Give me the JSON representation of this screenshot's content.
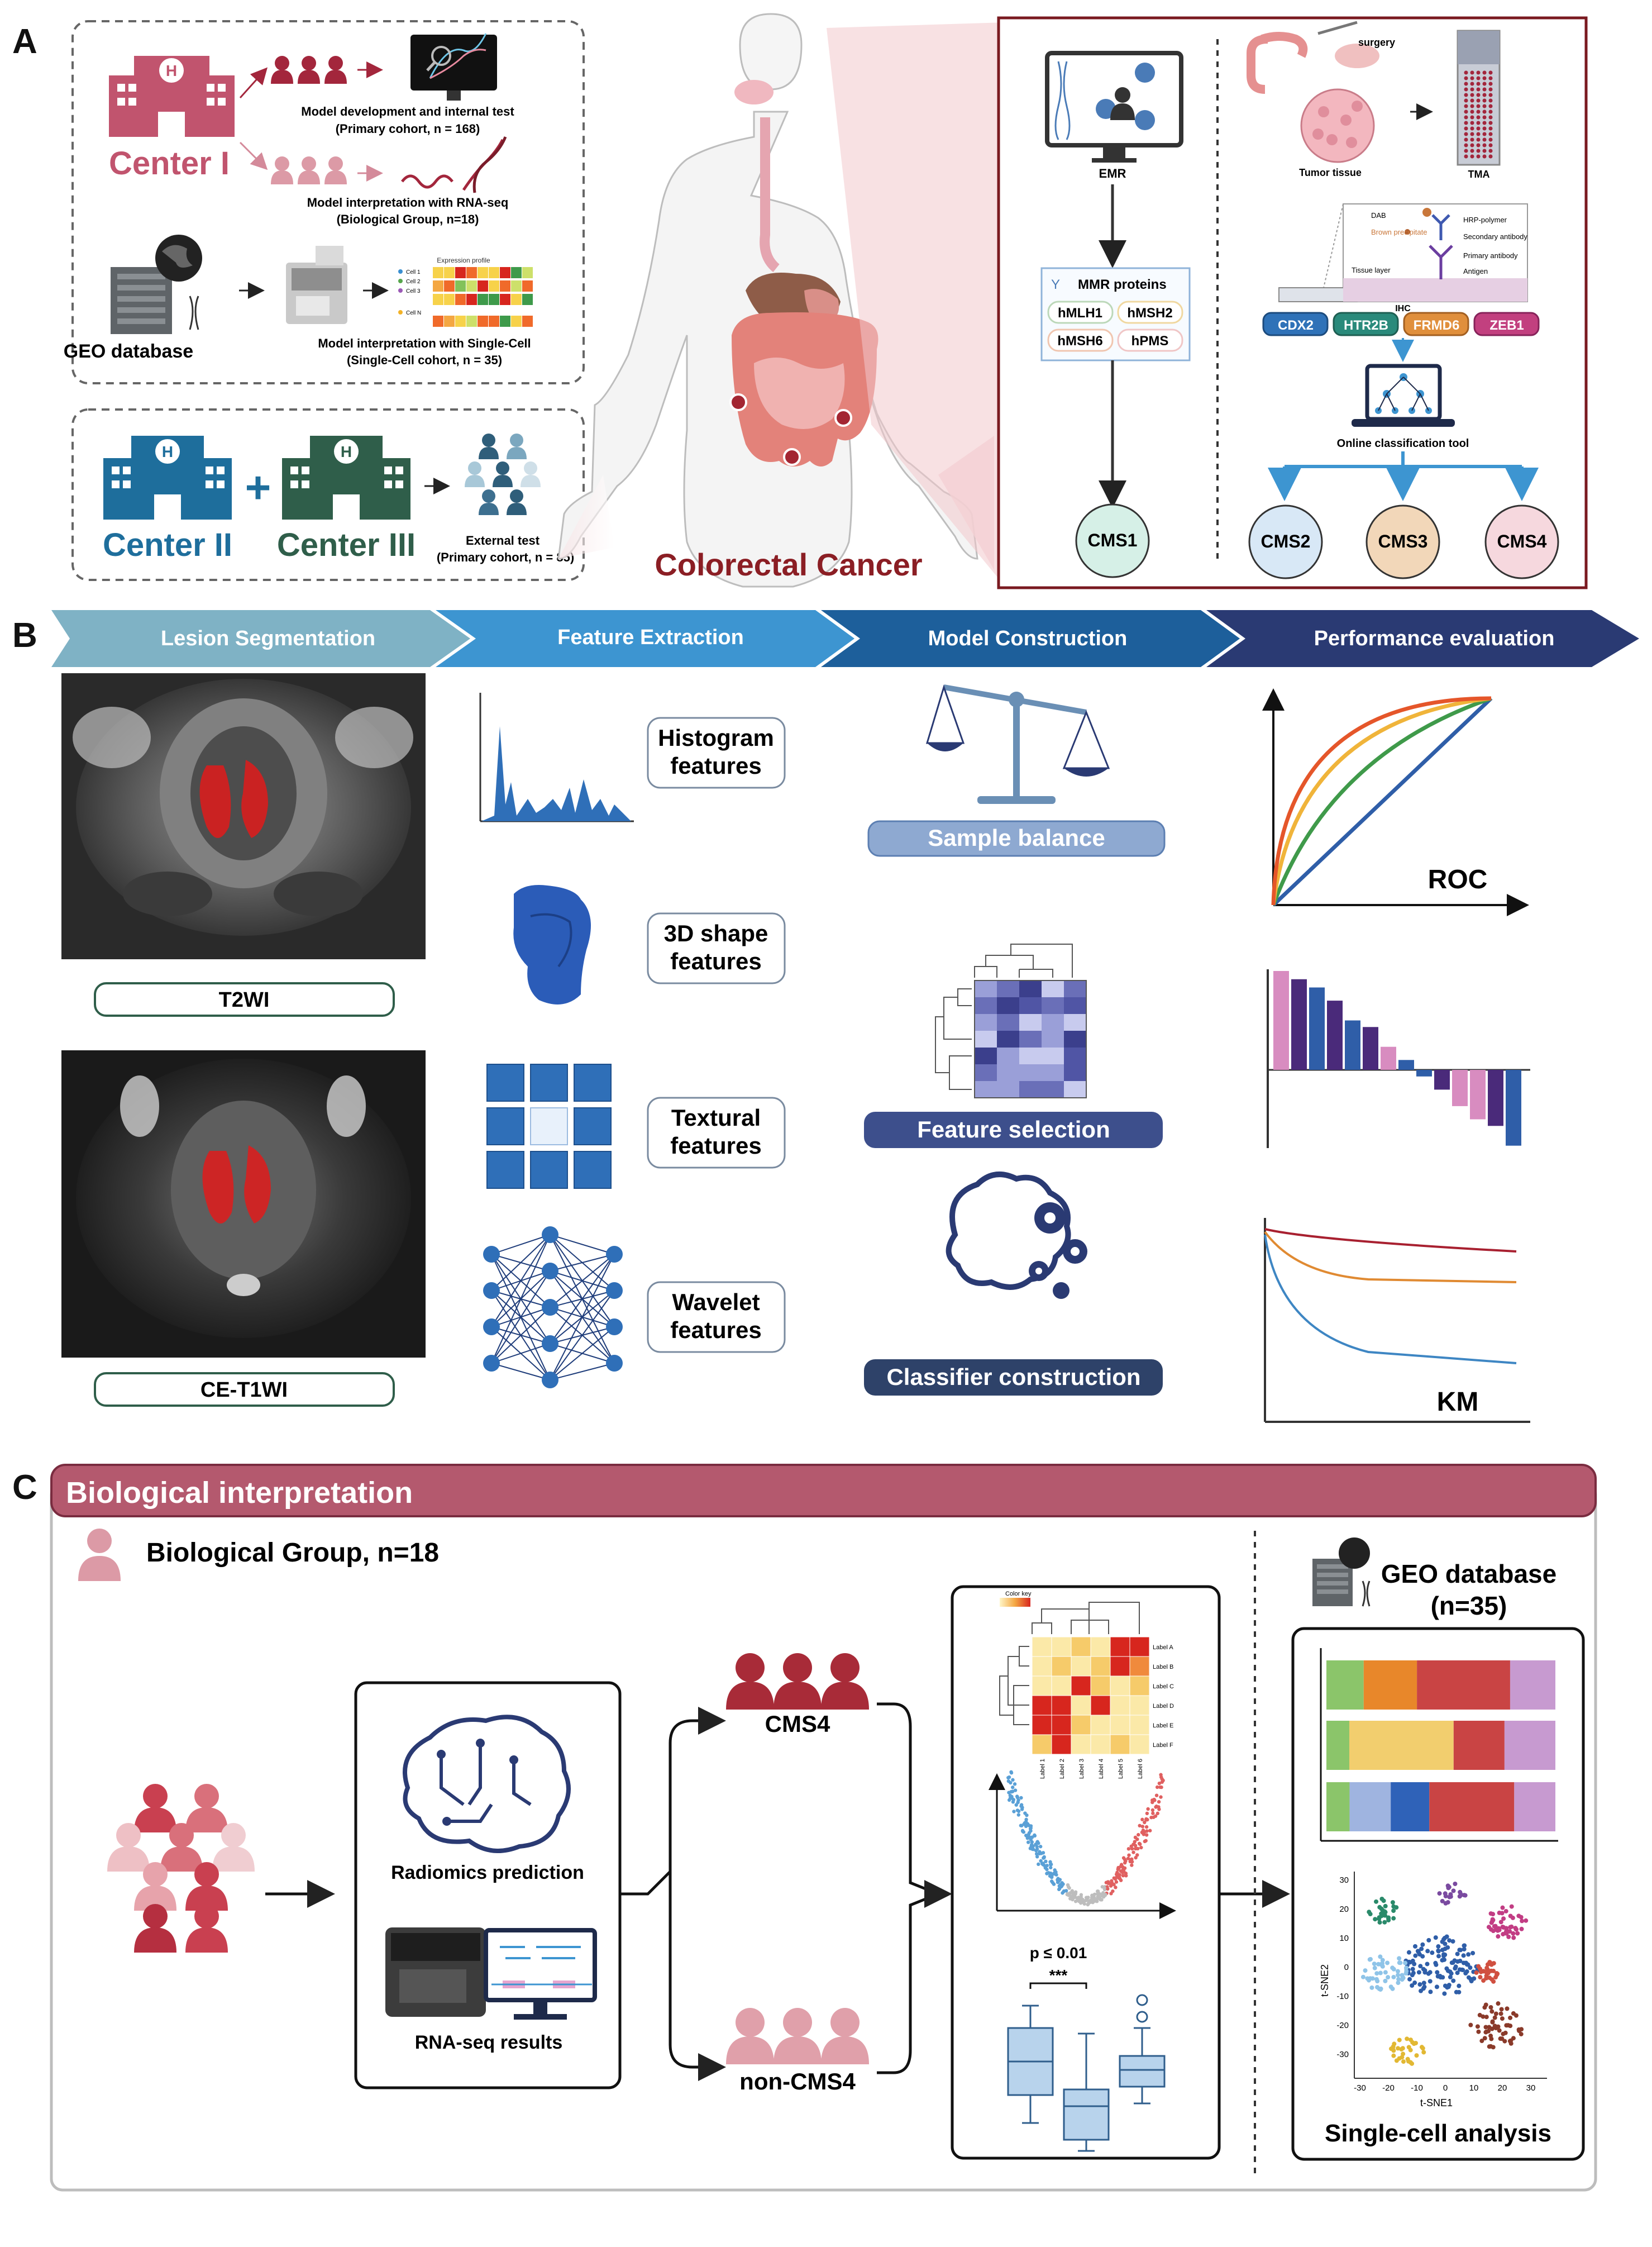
{
  "panelA": {
    "letter": "A",
    "center1": "Center I",
    "model_dev": "Model development and internal test",
    "primary_cohort": "(Primary cohort, n = 168)",
    "model_interp_rna": "Model interpretation with RNA-seq",
    "bio_group": "(Biological Group, n=18)",
    "geo_db": "GEO database",
    "expression_profile": "Expression profile",
    "cell_labels": [
      "Cell 1",
      "Cell 2",
      "Cell 3",
      "Cell N"
    ],
    "model_interp_sc": "Model interpretation with Single-Cell",
    "sc_cohort": "(Single-Cell cohort, n = 35)",
    "center2": "Center II",
    "plus": "+",
    "center3": "Center III",
    "external_test": "External test",
    "external_cohort": "(Primary cohort, n = 85)",
    "colorectal_cancer": "Colorectal Cancer",
    "emr": "EMR",
    "mmr_title": "MMR proteins",
    "mmr": [
      "hMLH1",
      "hMSH2",
      "hMSH6",
      "hPMS"
    ],
    "cms1": "CMS1",
    "surgery": "surgery",
    "tumor_tissue": "Tumor tissue",
    "tma": "TMA",
    "ihc_labels": [
      "DAB",
      "Brown precipitate",
      "Tissue layer",
      "HRP-polymer",
      "Secondary antibody",
      "Primary antibody",
      "Antigen"
    ],
    "ihc": "IHC",
    "markers": [
      "CDX2",
      "HTR2B",
      "FRMD6",
      "ZEB1"
    ],
    "online_tool": "Online classification tool",
    "cms_right": [
      "CMS2",
      "CMS3",
      "CMS4"
    ]
  },
  "panelB": {
    "letter": "B",
    "steps": [
      "Lesion Segmentation",
      "Feature Extraction",
      "Model Construction",
      "Performance evaluation"
    ],
    "t2wi": "T2WI",
    "cet1wi": "CE-T1WI",
    "features": [
      [
        "Histogram",
        "features"
      ],
      [
        "3D shape",
        "features"
      ],
      [
        "Textural",
        "features"
      ],
      [
        "Wavelet",
        "features"
      ]
    ],
    "sample_balance": "Sample balance",
    "feature_selection": "Feature selection",
    "classifier": "Classifier construction",
    "roc": "ROC",
    "km": "KM",
    "importance_bars": [
      0.6,
      0.55,
      0.5,
      0.42,
      0.3,
      0.26,
      0.14,
      0.06,
      -0.04,
      -0.12,
      -0.22,
      -0.3,
      -0.34,
      -0.46
    ]
  },
  "panelC": {
    "letter": "C",
    "title": "Biological interpretation",
    "bio_group": "Biological Group, n=18",
    "radiomics_prediction": "Radiomics prediction",
    "rnaseq_results": "RNA-seq results",
    "cms4": "CMS4",
    "non_cms4": "non-CMS4",
    "color_key": "Color key",
    "heatmap_row_labels": [
      "Label A",
      "Label B",
      "Label C",
      "Label D",
      "Label E",
      "Label F"
    ],
    "heatmap_col_labels": [
      "Label 1",
      "Label 2",
      "Label 3",
      "Label 4",
      "Label 5",
      "Label 6"
    ],
    "pvalue": "p ≤ 0.01",
    "stars": "***",
    "geo_db": "GEO database",
    "geo_n": "(n=35)",
    "tsne_x": "t-SNE1",
    "tsne_y": "t-SNE2",
    "tsne_ticks": [
      30,
      20,
      10,
      0,
      -10,
      -20,
      -30
    ],
    "tsne_xticks": [
      -30,
      -20,
      -10,
      0,
      10,
      20,
      30
    ],
    "single_cell": "Single-cell analysis"
  },
  "colors": {
    "center1": "#c1546e",
    "center2": "#1e6e9c",
    "center3": "#2f5e4a",
    "crc_red": "#8b1e24",
    "step1": "#7fb2c5",
    "step2": "#3d95d1",
    "step3": "#1d5f9b",
    "step4": "#2a3a73",
    "bio_bar": "#b4596e"
  }
}
